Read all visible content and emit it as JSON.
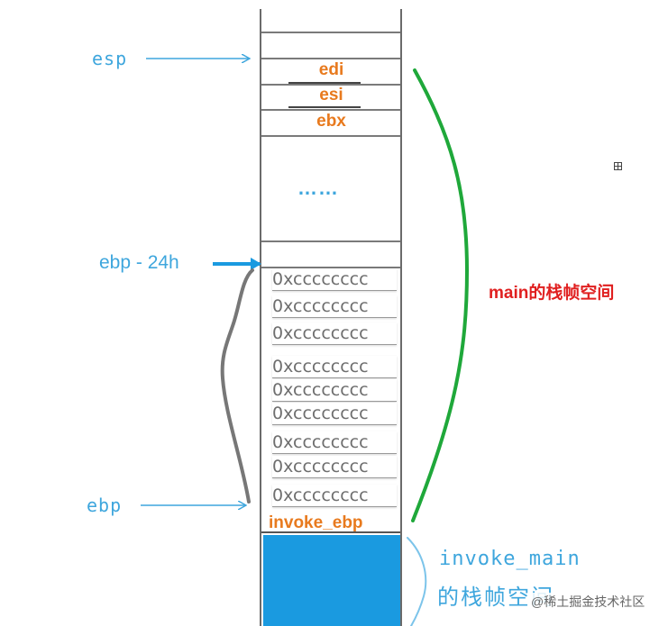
{
  "left_labels": {
    "esp": "esp",
    "ebp_minus": "ebp - 24h",
    "ebp": "ebp"
  },
  "registers": {
    "edi": "edi",
    "esi": "esi",
    "ebx": "ebx"
  },
  "ellipsis": "……",
  "cells": [
    "0xcccccccc",
    "0xcccccccc",
    "0xcccccccc",
    "0xcccccccc",
    "0xcccccccc",
    "0xcccccccc",
    "0xcccccccc",
    "0xcccccccc",
    "0xcccccccc"
  ],
  "invoke_ebp": "invoke_ebp",
  "main_frame_label": "main的栈帧空间",
  "invoke_main_label_line1": "invoke_main",
  "invoke_main_label_line2": "的栈帧空间",
  "watermark": "@稀土掘金技术社区",
  "colors": {
    "arrow_blue": "#3ea6dd",
    "register_orange": "#e87a1e",
    "brace_green": "#1fa83a",
    "main_label_red": "#e02020",
    "frame_fill_blue": "#1a9ae0",
    "curve_gray": "#777777"
  }
}
